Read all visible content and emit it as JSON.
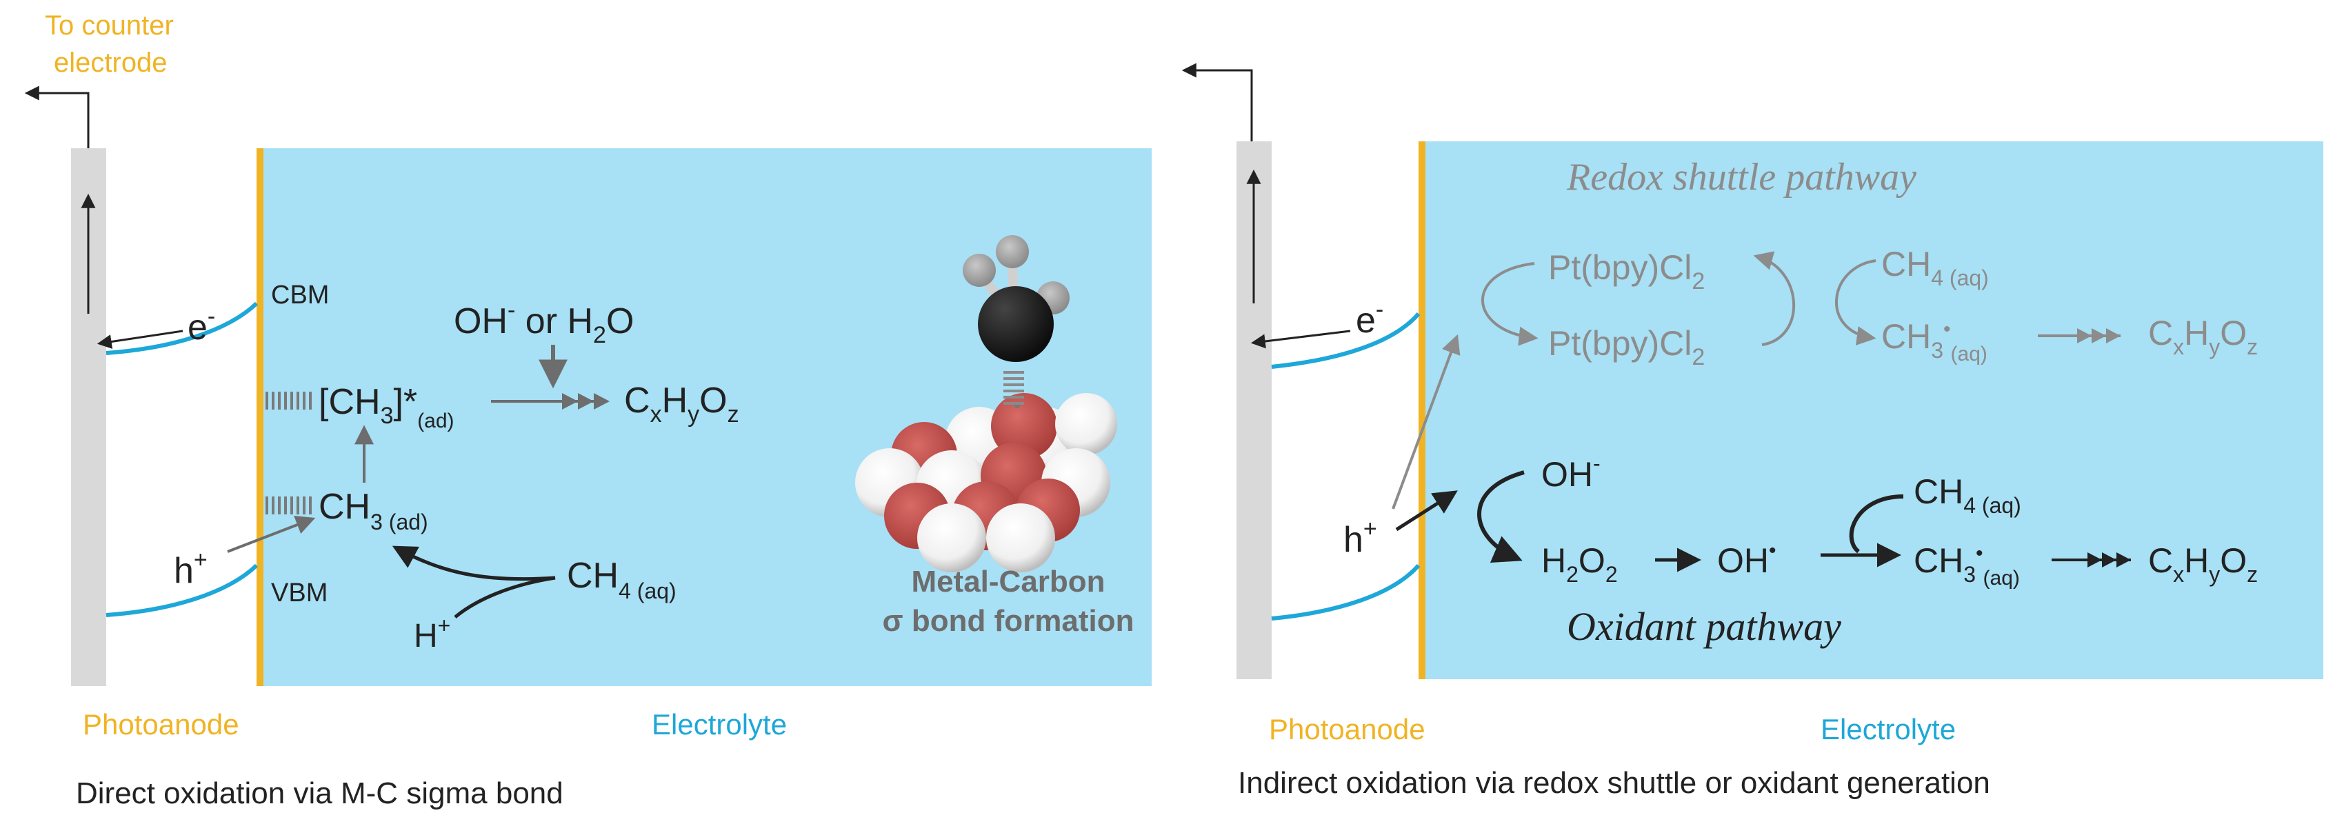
{
  "colors": {
    "electrolyte": "#a8e0f5",
    "interface": "#f0b323",
    "electrode": "#d9d9d9",
    "band": "#1ea7d9",
    "gold_text": "#f0b323",
    "blue_text": "#1ea7d9",
    "dark": "#222222",
    "gray": "#6d6d6d",
    "light_gray": "#8c8c8c",
    "carbon": "#1a1a1a",
    "oxygen": "#c0504d",
    "metal": "#f2f2f2"
  },
  "left": {
    "to_counter": "To counter",
    "electrode_word": "electrode",
    "cbm": "CBM",
    "vbm": "VBM",
    "electron": "e",
    "electron_sup": "-",
    "hole": "h",
    "hole_sup": "+",
    "proton": "H",
    "proton_sup": "+",
    "oh": "OH",
    "oh_sup": "-",
    "or_h2o": " or H",
    "h2o_sub": "2",
    "h2o_o": "O",
    "ch3_star_open": "[CH",
    "ch3_star_sub": "3",
    "ch3_star_close": "]*",
    "ad_sub": "(ad)",
    "ch3_ad": "CH",
    "ch3_ad_sub": "3 (ad)",
    "ch4": "CH",
    "ch4_sub": "4 (aq)",
    "product": [
      "C",
      "x",
      "H",
      "y",
      "O",
      "z"
    ],
    "mc_line1": "Metal-Carbon",
    "mc_line2": "σ bond formation",
    "photoanode": "Photoanode",
    "electrolyte": "Electrolyte",
    "caption": "Direct oxidation via M-C sigma bond"
  },
  "right": {
    "redox_title": "Redox shuttle pathway",
    "oxidant_title": "Oxidant pathway",
    "electron": "e",
    "electron_sup": "-",
    "hole": "h",
    "hole_sup": "+",
    "pt_top": "Pt(bpy)Cl",
    "pt_top_sub": "2",
    "pt_bottom": "Pt(bpy)Cl",
    "pt_bottom_sub": "2",
    "ch4": "CH",
    "ch4_sub": "4 (aq)",
    "ch3_radical": "CH",
    "ch3_radical_sub": "3",
    "radical_dot": "•",
    "aq_sub": "(aq)",
    "product": [
      "C",
      "x",
      "H",
      "y",
      "O",
      "z"
    ],
    "oh_minus": "OH",
    "oh_minus_sup": "-",
    "h2o2_h": "H",
    "h2o2_2a": "2",
    "h2o2_o": "O",
    "h2o2_2b": "2",
    "oh_radical": "OH",
    "ox_ch4": "CH",
    "ox_ch4_sub": "4 (aq)",
    "ox_ch3": "CH",
    "ox_ch3_sub": "3",
    "ox_aq": "(aq)",
    "ox_product": [
      "C",
      "x",
      "H",
      "y",
      "O",
      "z"
    ],
    "photoanode": "Photoanode",
    "electrolyte": "Electrolyte",
    "caption": "Indirect oxidation via redox shuttle or oxidant generation"
  }
}
